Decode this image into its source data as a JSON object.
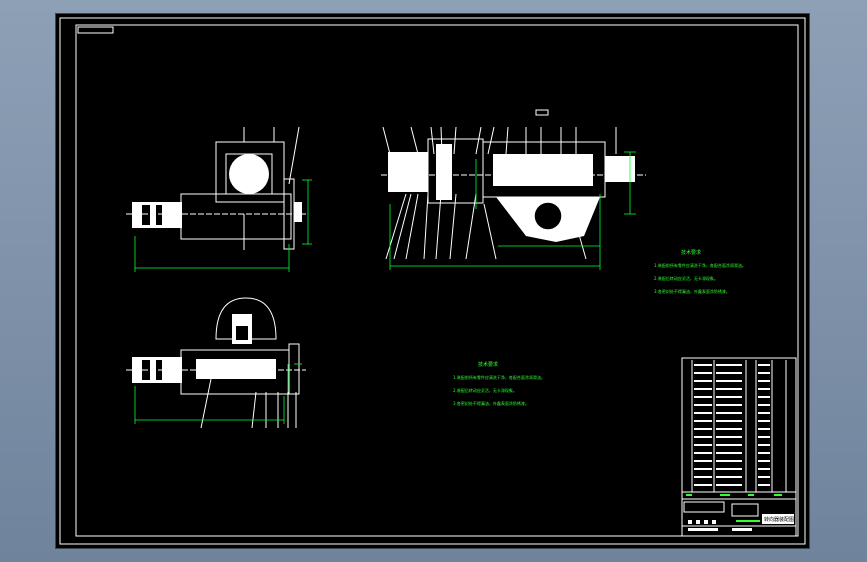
{
  "drawing": {
    "notes_right": {
      "title": "技术要求",
      "lines": [
        "1.装配前所有零件应清洗干净，各配合面涂润滑油。",
        "2.装配后转动应灵活，无卡滞现象。",
        "3.各密封处不得漏油，外露表面涂防锈漆。"
      ]
    },
    "notes_center": {
      "title": "技术要求",
      "lines": [
        "1.装配前所有零件应清洗干净，各配合面涂润滑油。",
        "2.装配后转动应灵活，无卡滞现象。",
        "3.各密封处不得漏油，外露表面涂防锈漆。"
      ]
    },
    "title_block": {
      "name": "转向器装配图"
    }
  },
  "colors": {
    "background": "#000000",
    "frame": "#ffffff",
    "dimension": "#00ff33",
    "window": "#7f93ac"
  }
}
